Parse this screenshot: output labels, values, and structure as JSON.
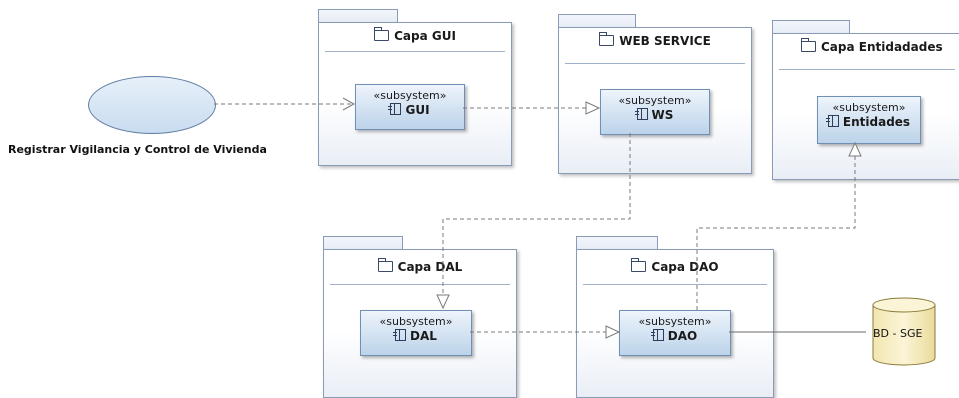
{
  "usecase": {
    "label": "Registrar Vigilancia y Control de Vivienda"
  },
  "packages": {
    "gui": {
      "title": "Capa GUI"
    },
    "ws": {
      "title": "WEB SERVICE"
    },
    "entidades": {
      "title": "Capa Entidadades"
    },
    "dal": {
      "title": "Capa DAL"
    },
    "dao": {
      "title": "Capa DAO"
    }
  },
  "subsystems": {
    "stereotype": "«subsystem»",
    "gui": "GUI",
    "ws": "WS",
    "entidades": "Entidades",
    "dal": "DAL",
    "dao": "DAO"
  },
  "database": {
    "label": "BD - SGE"
  },
  "colors": {
    "line": "#7a7a7a",
    "border": "#8a9bb8",
    "fill": "#c9dcef"
  },
  "icons": [
    "package-folder-icon",
    "subsystem-component-icon"
  ]
}
